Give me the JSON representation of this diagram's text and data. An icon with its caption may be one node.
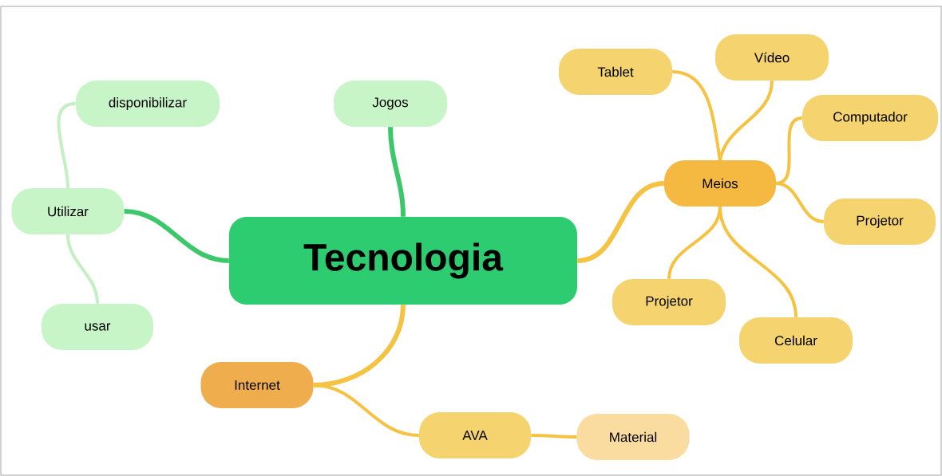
{
  "diagram": {
    "nodes": [
      {
        "text": [
          "Tecnologia"
        ]
      },
      {
        "text": [
          "Jogos"
        ]
      },
      {
        "text": [
          "Utilizar"
        ]
      },
      {
        "text": [
          "disponibilizar"
        ]
      },
      {
        "text": [
          "usar"
        ]
      },
      {
        "text": [
          "Meios"
        ]
      },
      {
        "text": [
          "Tablet"
        ]
      },
      {
        "text": [
          "Vídeo"
        ]
      },
      {
        "text": [
          "Computador"
        ]
      },
      {
        "text": [
          "Projetor"
        ]
      },
      {
        "text": [
          "Projetor"
        ]
      },
      {
        "text": [
          "Celular"
        ]
      },
      {
        "text": [
          "Internet"
        ]
      },
      {
        "text": [
          "AVA"
        ]
      },
      {
        "text": [
          "Material"
        ]
      }
    ],
    "edges": [
      {
        "from": 0,
        "to": 1,
        "arrow": "none",
        "color": "#3cc76a"
      },
      {
        "from": 0,
        "to": 2,
        "arrow": "none",
        "color": "#3cc76a"
      },
      {
        "from": 2,
        "to": 3,
        "arrow": "none",
        "color": "#c3efc3"
      },
      {
        "from": 2,
        "to": 4,
        "arrow": "none",
        "color": "#c3efc3"
      },
      {
        "from": 0,
        "to": 5,
        "arrow": "none"
      },
      {
        "from": 5,
        "to": 6,
        "arrow": "none"
      },
      {
        "from": 5,
        "to": 7,
        "arrow": "none"
      },
      {
        "from": 5,
        "to": 8,
        "arrow": "none"
      },
      {
        "from": 5,
        "to": 9,
        "arrow": "none"
      },
      {
        "from": 5,
        "to": 10,
        "arrow": "none"
      },
      {
        "from": 5,
        "to": 11,
        "arrow": "none"
      },
      {
        "from": 0,
        "to": 12,
        "arrow": "none"
      },
      {
        "from": 12,
        "to": 13,
        "arrow": "none"
      },
      {
        "from": 13,
        "to": 14,
        "arrow": "none"
      }
    ]
  }
}
